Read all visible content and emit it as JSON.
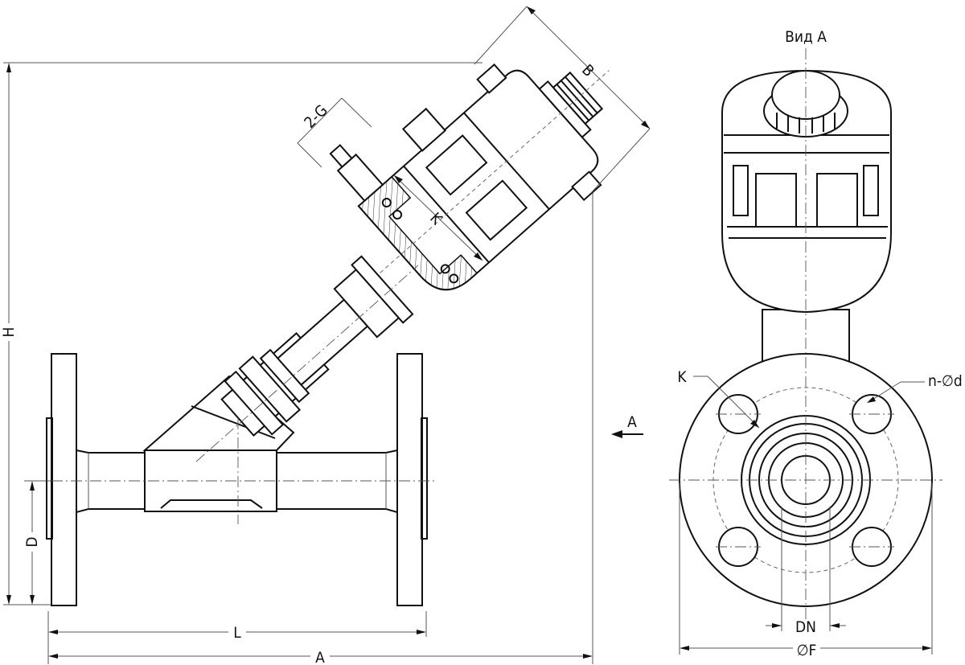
{
  "side_view": {
    "labels": {
      "height": "H",
      "length_l": "L",
      "length_a": "A",
      "flange_d": "D",
      "actuator_b": "B",
      "actuator_k": "K",
      "ports_2g": "2-G",
      "view_arrow": "A"
    }
  },
  "end_view": {
    "title": "Вид А",
    "labels": {
      "k": "K",
      "bolts": "n-∅d",
      "dn": "DN",
      "f": "∅F"
    }
  }
}
